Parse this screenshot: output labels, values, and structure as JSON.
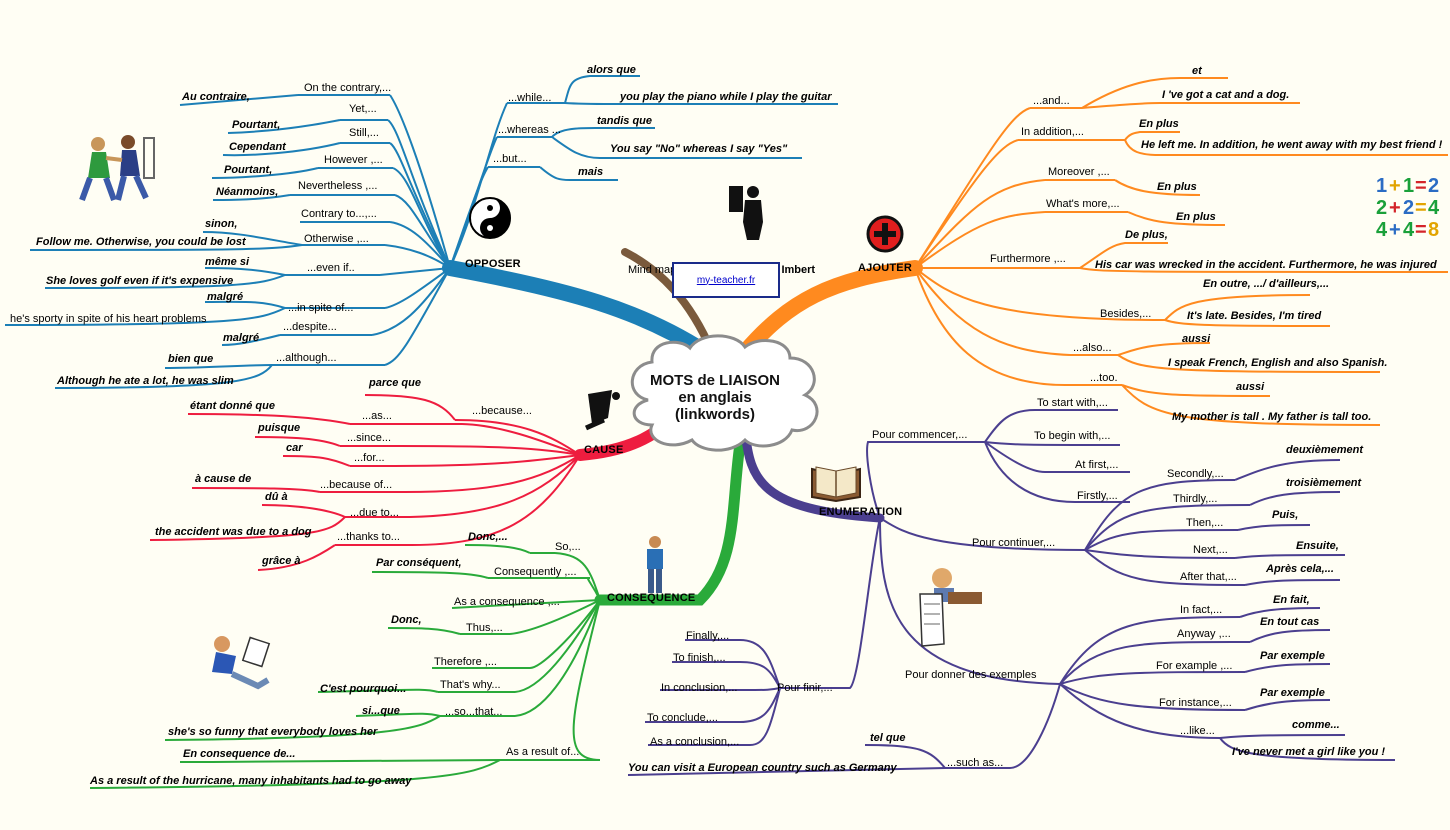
{
  "center": {
    "line1": "MOTS de LIAISON",
    "line2": "en anglais",
    "line3": "(linkwords)"
  },
  "credit": {
    "text": "Mind map created by ",
    "author": "A. Pihuit Imbert"
  },
  "site": "my-teacher.fr",
  "colors": {
    "opposer": "#1c7fb6",
    "ajouter": "#ff8a1f",
    "cause": "#ee1d3f",
    "consequence": "#2aaa3a",
    "enumeration": "#4b3f8f",
    "credit": "#7a5a3c"
  },
  "branches": {
    "opposer": "OPPOSER",
    "ajouter": "AJOUTER",
    "cause": "CAUSE",
    "consequence": "CONSEQUENCE",
    "enumeration": "ENUMERATION"
  },
  "opposer": {
    "while": "...while...",
    "alors_que": "alors que",
    "piano": "you play the piano while I play the guitar",
    "whereas": "...whereas ...",
    "tandis_que": "tandis que",
    "no_yes": "You say \"No\" whereas I say \"Yes\"",
    "but": "...but...",
    "mais": "mais",
    "contrary": "On the contrary,...",
    "au_contraire": "Au contraire,",
    "yet": "Yet,...",
    "pourtant1": "Pourtant,",
    "still": "Still,...",
    "cependant": "Cependant",
    "however": "However ,...",
    "pourtant2": "Pourtant,",
    "nevertheless": "Nevertheless ,...",
    "neanmoins": "Néanmoins,",
    "contrary_to": "Contrary to...,...",
    "otherwise": "Otherwise ,...",
    "sinon": "sinon,",
    "follow": "Follow me. Otherwise, you could be lost",
    "even_if": "...even if..",
    "meme_si": "même si",
    "golf": "She loves golf even if it's expensive",
    "in_spite": "...in spite of...",
    "malgre1": "malgré",
    "sporty": "he's sporty in spite of his heart problems",
    "despite": "...despite...",
    "malgre2": "malgré",
    "although": "...although...",
    "bien_que": "bien que",
    "ate": "Although he ate a lot, he was slim"
  },
  "ajouter": {
    "and": "...and...",
    "et": "et",
    "cat": "I 've got a cat and a dog.",
    "in_addition": "In addition,...",
    "en_plus1": "En plus",
    "left_me": "He left me. In addition, he went away with my best friend !",
    "moreover": "Moreover ,...",
    "en_plus2": "En plus",
    "whats_more": "What's more,...",
    "en_plus3": "En plus",
    "furthermore": "Furthermore ,...",
    "de_plus": "De plus,",
    "car": "His car was wrecked in the accident. Furthermore, he was injured",
    "besides": "Besides,...",
    "en_outre": "En outre, .../ d'ailleurs,...",
    "late": "It's late. Besides, I'm tired",
    "also": "...also...",
    "aussi1": "aussi",
    "french": "I speak French, English and also Spanish.",
    "too": "...too.",
    "aussi2": "aussi",
    "mother": "My mother is tall . My father is tall too."
  },
  "cause": {
    "because": "...because...",
    "parce_que": "parce que",
    "as": "...as...",
    "etant": "étant donné que",
    "since": "...since...",
    "puisque": "puisque",
    "for": "...for...",
    "car": "car",
    "because_of": "...because of...",
    "a_cause": "à cause de",
    "due_to": "...due to...",
    "du_a": "dû à",
    "dog": "the accident was due to a dog",
    "thanks_to": "...thanks to...",
    "grace": "grâce à"
  },
  "consequence": {
    "so": "So,...",
    "donc1": "Donc,...",
    "consequently": "Consequently ,...",
    "par_consequent": "Par conséquent,",
    "as_a_consequence": "As a consequence ,...",
    "thus": "Thus,...",
    "donc2": "Donc,",
    "therefore": "Therefore ,...",
    "thats_why": "That's why...",
    "cest_pourquoi": "C'est pourquoi...",
    "so_that": "...so...that...",
    "si_que": "si...que",
    "funny": "she's so funny that everybody loves her",
    "as_a_result": "As a result of...",
    "en_consequence": "En consequence de...",
    "hurricane": "As a result of the hurricane, many inhabitants had to go away"
  },
  "enumeration": {
    "pour_commencer": "Pour commencer,...",
    "start": "To start with,...",
    "begin": "To begin with,...",
    "at_first": "At first,...",
    "firstly": "Firstly,...",
    "pour_continuer": "Pour continuer,...",
    "secondly": "Secondly,...",
    "deuxiemement": "deuxièmement",
    "thirdly": "Thirdly,...",
    "troisiemement": "troisièmement",
    "then": "Then,...",
    "puis": "Puis,",
    "next": "Next,...",
    "ensuite": "Ensuite,",
    "after": "After that,...",
    "apres": "Après cela,...",
    "pour_finir": "Pour finir,...",
    "finally": "Finally,...",
    "to_finish": "To finish,...",
    "in_conclusion": "In conclusion,...",
    "to_conclude": "To conclude,...",
    "as_conclusion": "As a conclusion,...",
    "exemples": "Pour donner des exemples",
    "in_fact": "In fact,...",
    "en_fait": "En fait,",
    "anyway": "Anyway ,...",
    "en_tout_cas": "En tout cas",
    "for_example": "For example ,...",
    "par_exemple1": "Par exemple",
    "for_instance": "For instance,...",
    "par_exemple2": "Par exemple",
    "like": "...like...",
    "comme": "comme...",
    "girl": "I've never met a girl like you !",
    "such_as": "...such as...",
    "tel_que": "tel que",
    "germany": "You can visit a European country such as Germany"
  }
}
